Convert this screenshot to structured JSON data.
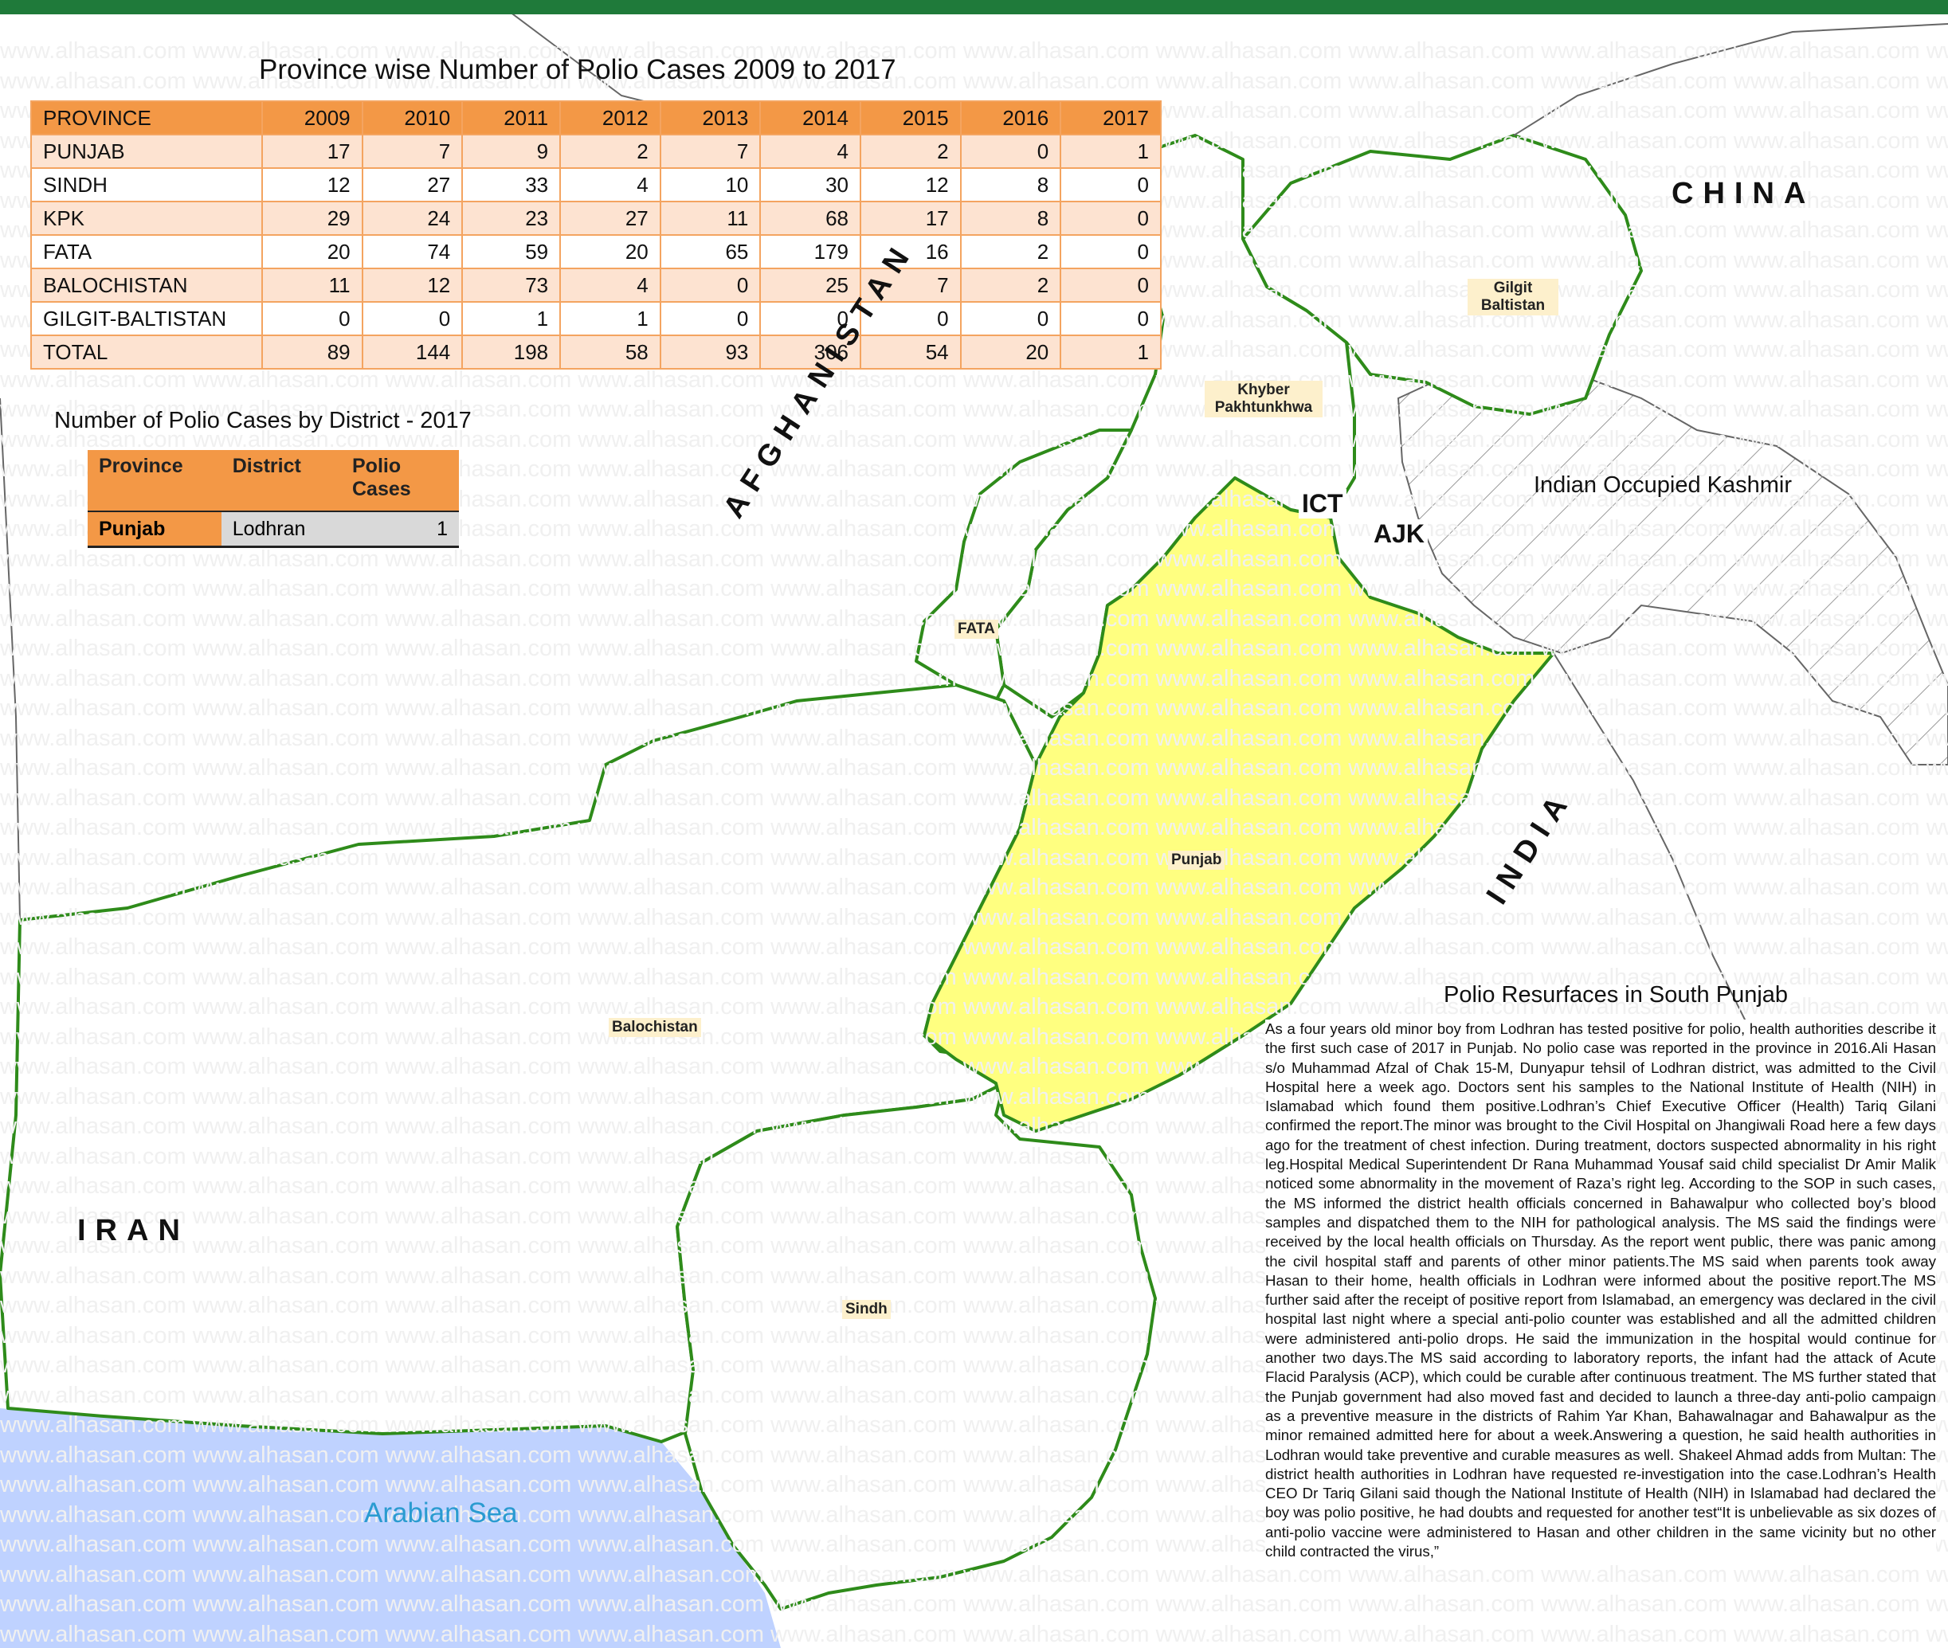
{
  "title": "Province wise Number of Polio Cases 2009 to 2017",
  "province_table": {
    "headers": [
      "PROVINCE",
      "2009",
      "2010",
      "2011",
      "2012",
      "2013",
      "2014",
      "2015",
      "2016",
      "2017"
    ],
    "rows": [
      [
        "PUNJAB",
        "17",
        "7",
        "9",
        "2",
        "7",
        "4",
        "2",
        "0",
        "1"
      ],
      [
        "SINDH",
        "12",
        "27",
        "33",
        "4",
        "10",
        "30",
        "12",
        "8",
        "0"
      ],
      [
        "KPK",
        "29",
        "24",
        "23",
        "27",
        "11",
        "68",
        "17",
        "8",
        "0"
      ],
      [
        "FATA",
        "20",
        "74",
        "59",
        "20",
        "65",
        "179",
        "16",
        "2",
        "0"
      ],
      [
        "BALOCHISTAN",
        "11",
        "12",
        "73",
        "4",
        "0",
        "25",
        "7",
        "2",
        "0"
      ],
      [
        "GILGIT-BALTISTAN",
        "0",
        "0",
        "1",
        "1",
        "0",
        "0",
        "0",
        "0",
        "0"
      ],
      [
        "TOTAL",
        "89",
        "144",
        "198",
        "58",
        "93",
        "306",
        "54",
        "20",
        "1"
      ]
    ]
  },
  "district_title": "Number of Polio Cases by District - 2017",
  "district_table": {
    "headers": [
      "Province",
      "District",
      "Polio Cases"
    ],
    "row": [
      "Punjab",
      "Lodhran",
      "1"
    ]
  },
  "map": {
    "countries": {
      "afghanistan": "AFGHANISTAN",
      "china": "CHINA",
      "india": "INDIA",
      "iran": "IRAN"
    },
    "regions": {
      "gilgit": "Gilgit Baltistan",
      "kp": "Khyber Pakhtunkhwa",
      "ict": "ICT",
      "ajk": "AJK",
      "fata": "FATA",
      "punjab": "Punjab",
      "balochistan": "Balochistan",
      "sindh": "Sindh",
      "kashmir": "Indian Occupied Kashmir",
      "sea": "Arabian Sea"
    },
    "colors": {
      "border": "#2e8b1a",
      "punjab": "#ffff80",
      "sea": "#bfd2ff",
      "header": "#f39846",
      "row_alt": "#fde3d1",
      "topbar": "#1f7a3a",
      "label_bg": "#fdf0cc"
    }
  },
  "watermark": "www.alhasan.com",
  "article": {
    "title": "Polio Resurfaces in South Punjab",
    "body": "As a four years old minor boy from Lodhran has tested positive for polio, health authorities describe it the first such case of 2017 in Punjab. No polio case was reported in the province in 2016.Ali Hasan s/o Muhammad Afzal of Chak 15-M, Dunyapur tehsil of Lodhran district, was admitted to the Civil Hospital here a week ago. Doctors sent his samples to the National Institute of Health (NIH) in Islamabad which found them positive.Lodhran’s Chief Executive Officer (Health) Tariq Gilani confirmed the report.The minor was brought to the Civil Hospital on Jhangiwali Road here a few days ago for the treatment of chest infection. During treatment, doctors suspected abnormality in his right leg.Hospital Medical Superintendent Dr Rana Muhammad Yousaf said child specialist Dr Amir Malik noticed some abnormality in the movement of Raza’s right leg. According to the SOP in such cases, the MS informed the district health officials concerned in Bahawalpur who collected boy’s blood samples and dispatched them to the NIH for pathological analysis. The MS said the findings were received by the local health officials on Thursday. As the report went public, there was panic among the civil hospital staff and parents of other minor patients.The MS said when parents took away Hasan to their home, health officials in Lodhran were informed about the positive report.The MS further said after the receipt of positive report from Islamabad, an emergency was declared in the civil hospital last night where a special anti-polio counter was established and all the admitted children were administered anti-polio drops. He said the immunization in the hospital would continue for another two days.The MS said according to laboratory reports, the infant had the attack of Acute Flacid Paralysis (ACP), which could be curable after continuous treatment. The MS further stated that the Punjab government had also moved fast and decided to launch a three-day anti-polio campaign as a preventive measure in the districts of Rahim Yar Khan, Bahawalnagar and Bahawalpur as the minor remained admitted here for about a week.Answering a question, he said health authorities in Lodhran would take preventive and curable measures as well. Shakeel Ahmad adds from Multan: The district health authorities in Lodhran have requested re-investigation into the case.Lodhran’s Health CEO Dr Tariq Gilani said though the National Institute of Health (NIH) in Islamabad had declared the boy was polio positive, he had doubts and requested for another test“It is unbelievable as six dozes of anti-polio vaccine were administered to Hasan and other children in the same vicinity but no other child contracted the virus,”"
  }
}
